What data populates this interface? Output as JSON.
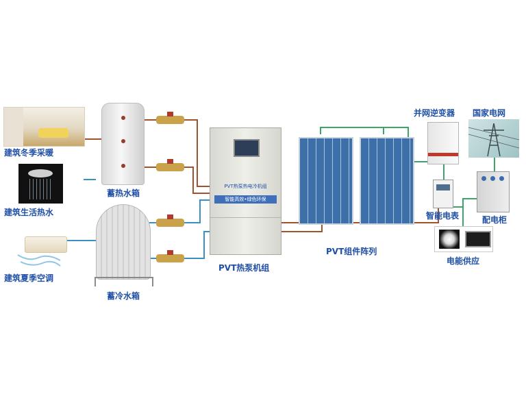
{
  "labels": {
    "winter_heating": "建筑冬季采暖",
    "domestic_hot_water": "建筑生活热水",
    "summer_ac": "建筑夏季空调",
    "heat_tank": "蓄热水箱",
    "cold_tank": "蓄冷水箱",
    "heat_pump_unit": "PVT热泵机组",
    "pvt_array": "PVT组件阵列",
    "grid_inverter": "并网逆变器",
    "national_grid": "国家电网",
    "smart_meter": "智能电表",
    "distribution_cabinet": "配电柜",
    "power_supply": "电能供应"
  },
  "unit_panel": {
    "title": "PVT热泵热电冷机组",
    "banner": "智能高效•绿色环保"
  },
  "colors": {
    "hot_pipe": "#a0522d",
    "cold_pipe": "#3a8fc4",
    "electric_line": "#3aa66a",
    "label_text": "#1f4fa6"
  }
}
